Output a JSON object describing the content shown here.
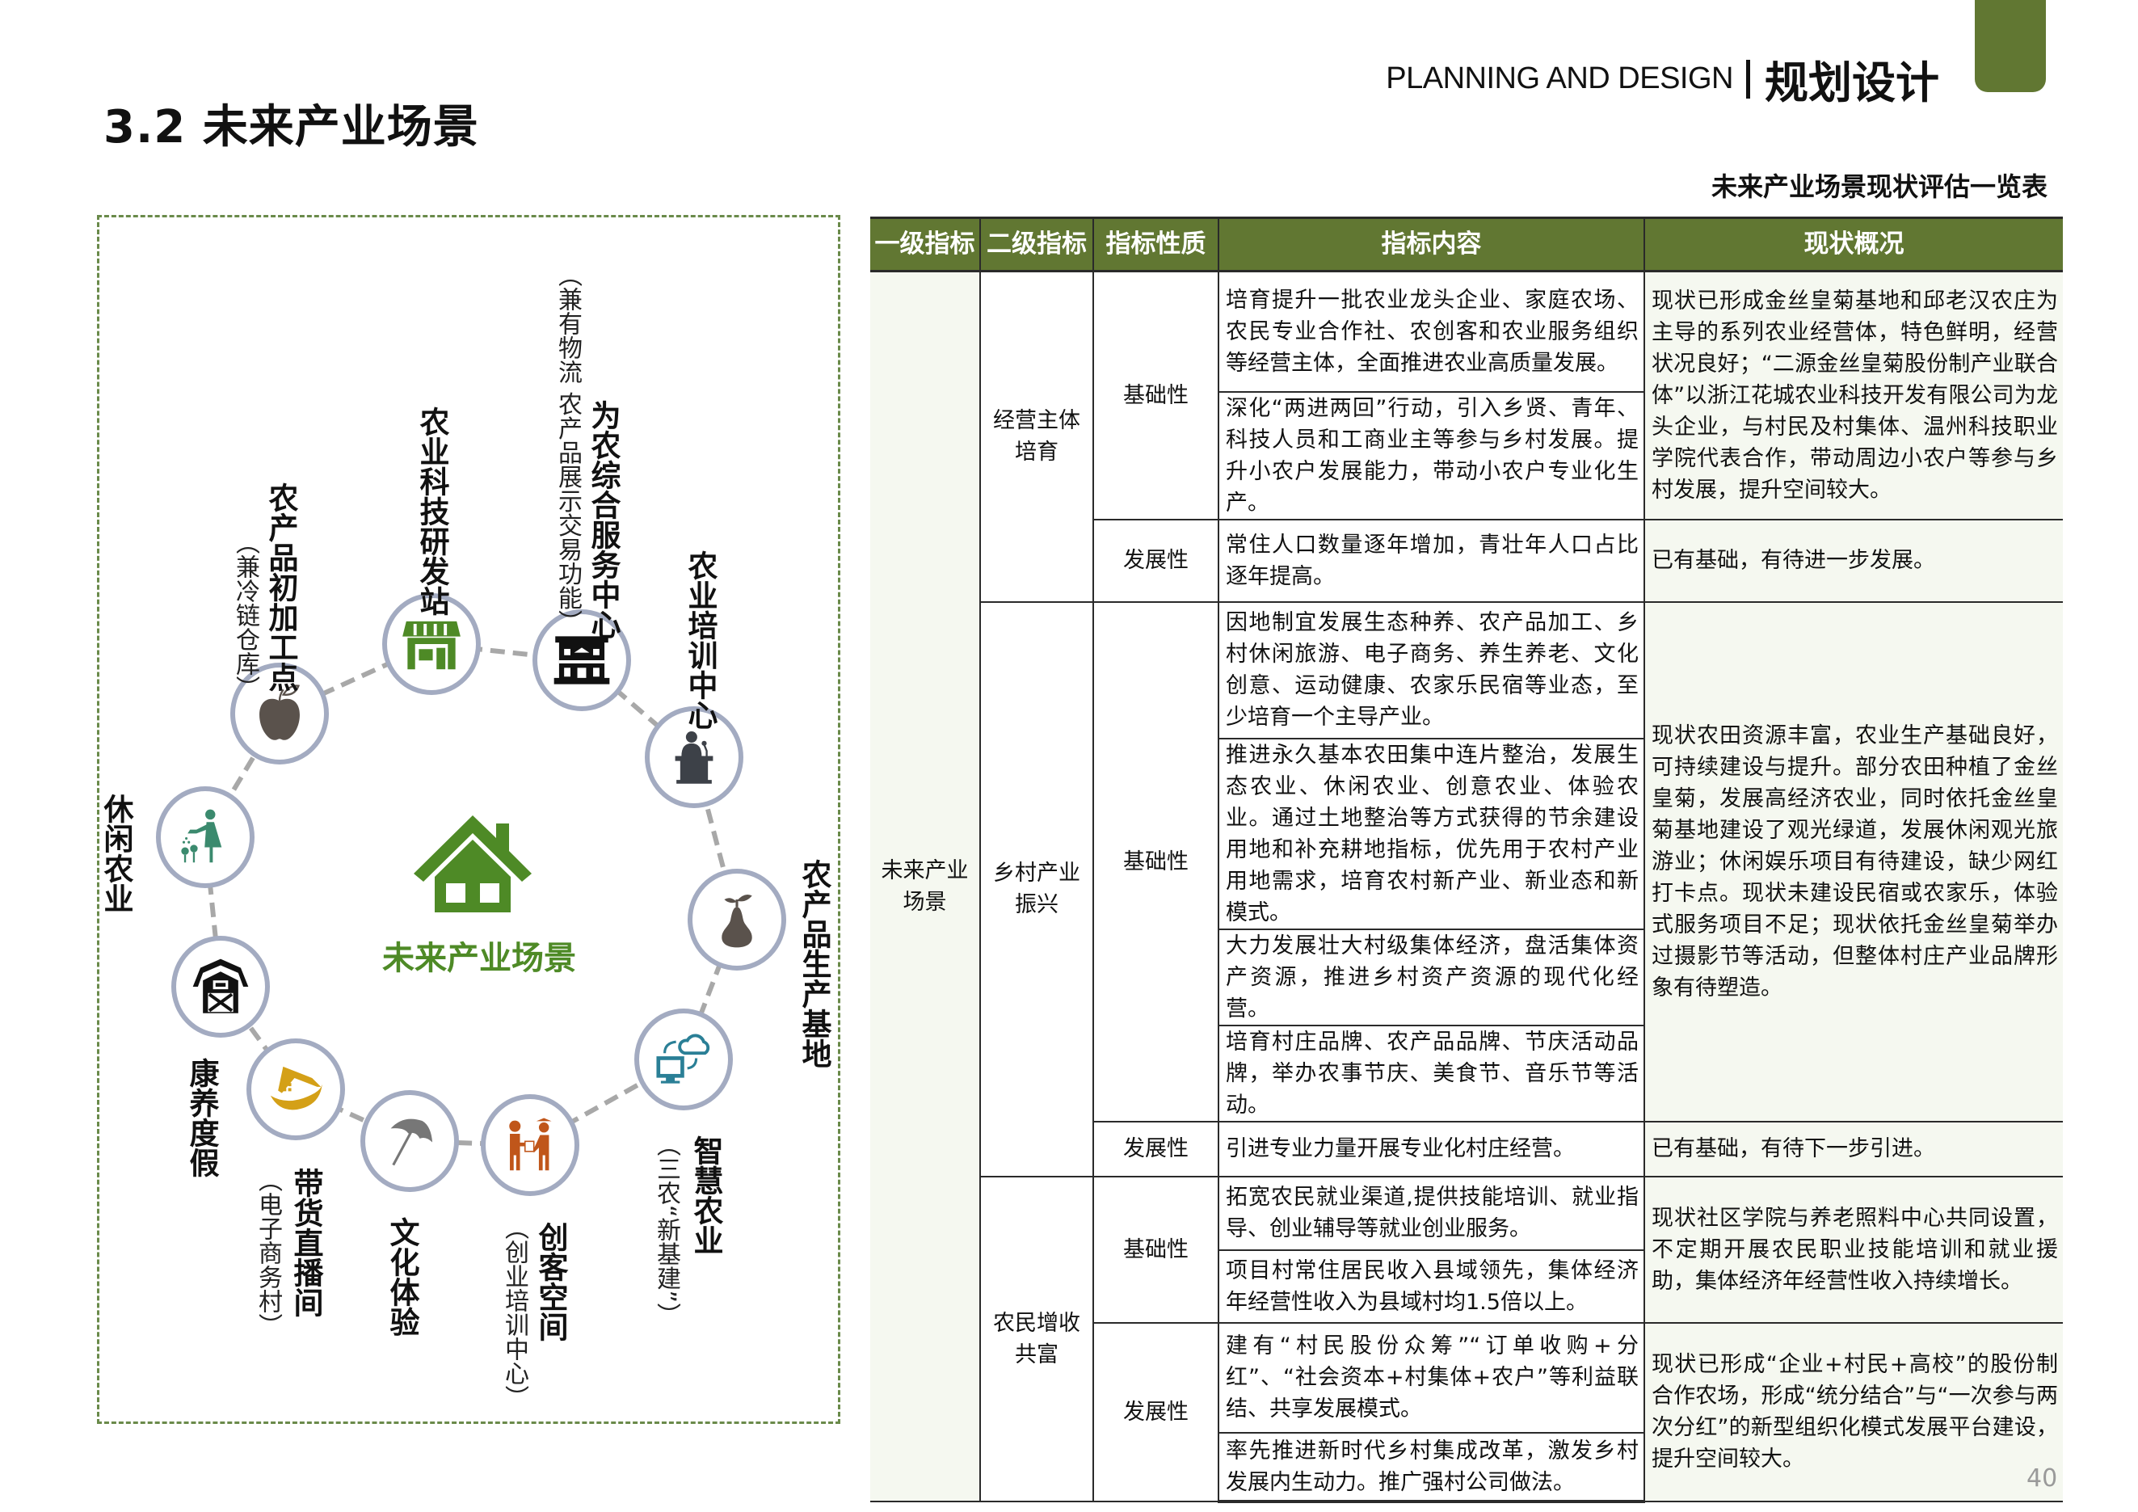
{
  "header": {
    "en": "PLANNING AND DESIGN",
    "zh": "规划设计",
    "accent_color": "#617732"
  },
  "title": "3.2 未来产业场景",
  "table_caption": "未来产业场景现状评估一览表",
  "diagram": {
    "center_label": "未来产业场景",
    "center_icon": "house-icon",
    "nodes": [
      {
        "label": "农业科技研发站",
        "icon": "storefront-icon",
        "color": "#4e8a26"
      },
      {
        "label": "为农综合服务中心",
        "sub": "（兼有物流 农产品展示交易功能）",
        "icon": "building-icon",
        "color": "#111111"
      },
      {
        "label": "农业培训中心",
        "icon": "podium-speaker-icon",
        "color": "#3d4148"
      },
      {
        "label": "农产品生产基地",
        "icon": "pear-icon",
        "color": "#5a524c"
      },
      {
        "label": "智慧农业",
        "sub": "（三农“新基建”）",
        "icon": "cloud-computer-icon",
        "color": "#2a7f96"
      },
      {
        "label": "创客空间",
        "sub": "（创业培训中心）",
        "icon": "handshake-graduate-icon",
        "color": "#c0561a"
      },
      {
        "label": "文化体验",
        "icon": "umbrella-icon",
        "color": "#777777"
      },
      {
        "label": "带货直播间",
        "sub": "（电子商务村）",
        "icon": "house-leaf-icon",
        "color": "#d4a017"
      },
      {
        "label": "康养度假",
        "icon": "barn-icon",
        "color": "#111111"
      },
      {
        "label": "休闲农业",
        "icon": "gardener-icon",
        "color": "#3b8a6e"
      },
      {
        "label": "农产品初加工点",
        "sub": "（兼冷链仓库）",
        "icon": "apple-icon",
        "color": "#5a524c"
      }
    ]
  },
  "table": {
    "headers": [
      "一级指标",
      "二级指标",
      "指标性质",
      "指标内容",
      "现状概况"
    ],
    "level1": "未来产业场景",
    "groups": [
      {
        "level2": "经营主体培育",
        "natures": [
          {
            "type": "基础性",
            "items": [
              "培育提升一批农业龙头企业、家庭农场、农民专业合作社、农创客和农业服务组织等经营主体，全面推进农业高质量发展。",
              "深化“两进两回”行动，引入乡贤、青年、科技人员和工商业主等参与乡村发展。提升小农户发展能力，带动小农户专业化生产。"
            ],
            "status": "现状已形成金丝皇菊基地和邱老汉农庄为主导的系列农业经营体，特色鲜明，经营状况良好；“二源金丝皇菊股份制产业联合体”以浙江花城农业科技开发有限公司为龙头企业，与村民及村集体、温州科技职业学院代表合作，带动周边小农户等参与乡村发展，提升空间较大。"
          },
          {
            "type": "发展性",
            "items": [
              "常住人口数量逐年增加，青壮年人口占比逐年提高。"
            ],
            "status": "已有基础，有待进一步发展。"
          }
        ]
      },
      {
        "level2": "乡村产业振兴",
        "natures": [
          {
            "type": "基础性",
            "items": [
              "因地制宜发展生态种养、农产品加工、乡村休闲旅游、电子商务、养生养老、文化创意、运动健康、农家乐民宿等业态，至少培育一个主导产业。",
              "推进永久基本农田集中连片整治，发展生态农业、休闲农业、创意农业、体验农业。通过土地整治等方式获得的节余建设用地和补充耕地指标，优先用于农村产业用地需求，培育农村新产业、新业态和新模式。",
              "大力发展壮大村级集体经济，盘活集体资产资源，推进乡村资产资源的现代化经营。",
              "培育村庄品牌、农产品品牌、节庆活动品牌，举办农事节庆、美食节、音乐节等活动。"
            ],
            "status": "现状农田资源丰富，农业生产基础良好，可持续建设与提升。部分农田种植了金丝皇菊，发展高经济农业，同时依托金丝皇菊基地建设了观光绿道，发展休闲观光旅游业；休闲娱乐项目有待建设，缺少网红打卡点。现状未建设民宿或农家乐，体验式服务项目不足；现状依托金丝皇菊举办过摄影节等活动，但整体村庄产业品牌形象有待塑造。"
          },
          {
            "type": "发展性",
            "items": [
              "引进专业力量开展专业化村庄经营。"
            ],
            "status": "已有基础，有待下一步引进。"
          }
        ]
      },
      {
        "level2": "农民增收共富",
        "natures": [
          {
            "type": "基础性",
            "items": [
              "拓宽农民就业渠道,提供技能培训、就业指导、创业辅导等就业创业服务。",
              "项目村常住居民收入县域领先，集体经济年经营性收入为县域村均1.5倍以上。"
            ],
            "status": "现状社区学院与养老照料中心共同设置，不定期开展农民职业技能培训和就业援助，集体经济年经营性收入持续增长。"
          },
          {
            "type": "发展性",
            "items": [
              "建有“村民股份众筹”“订单收购+分红”、“社会资本+村集体+农户”等利益联结、共享发展模式。",
              "率先推进新时代乡村集成改革，激发乡村发展内生动力。推广强村公司做法。"
            ],
            "status": "现状已形成“企业+村民+高校”的股份制合作农场，形成“统分结合”与“一次参与两次分红”的新型组织化模式发展平台建设，提升空间较大。"
          }
        ]
      }
    ]
  },
  "page_number": "40"
}
